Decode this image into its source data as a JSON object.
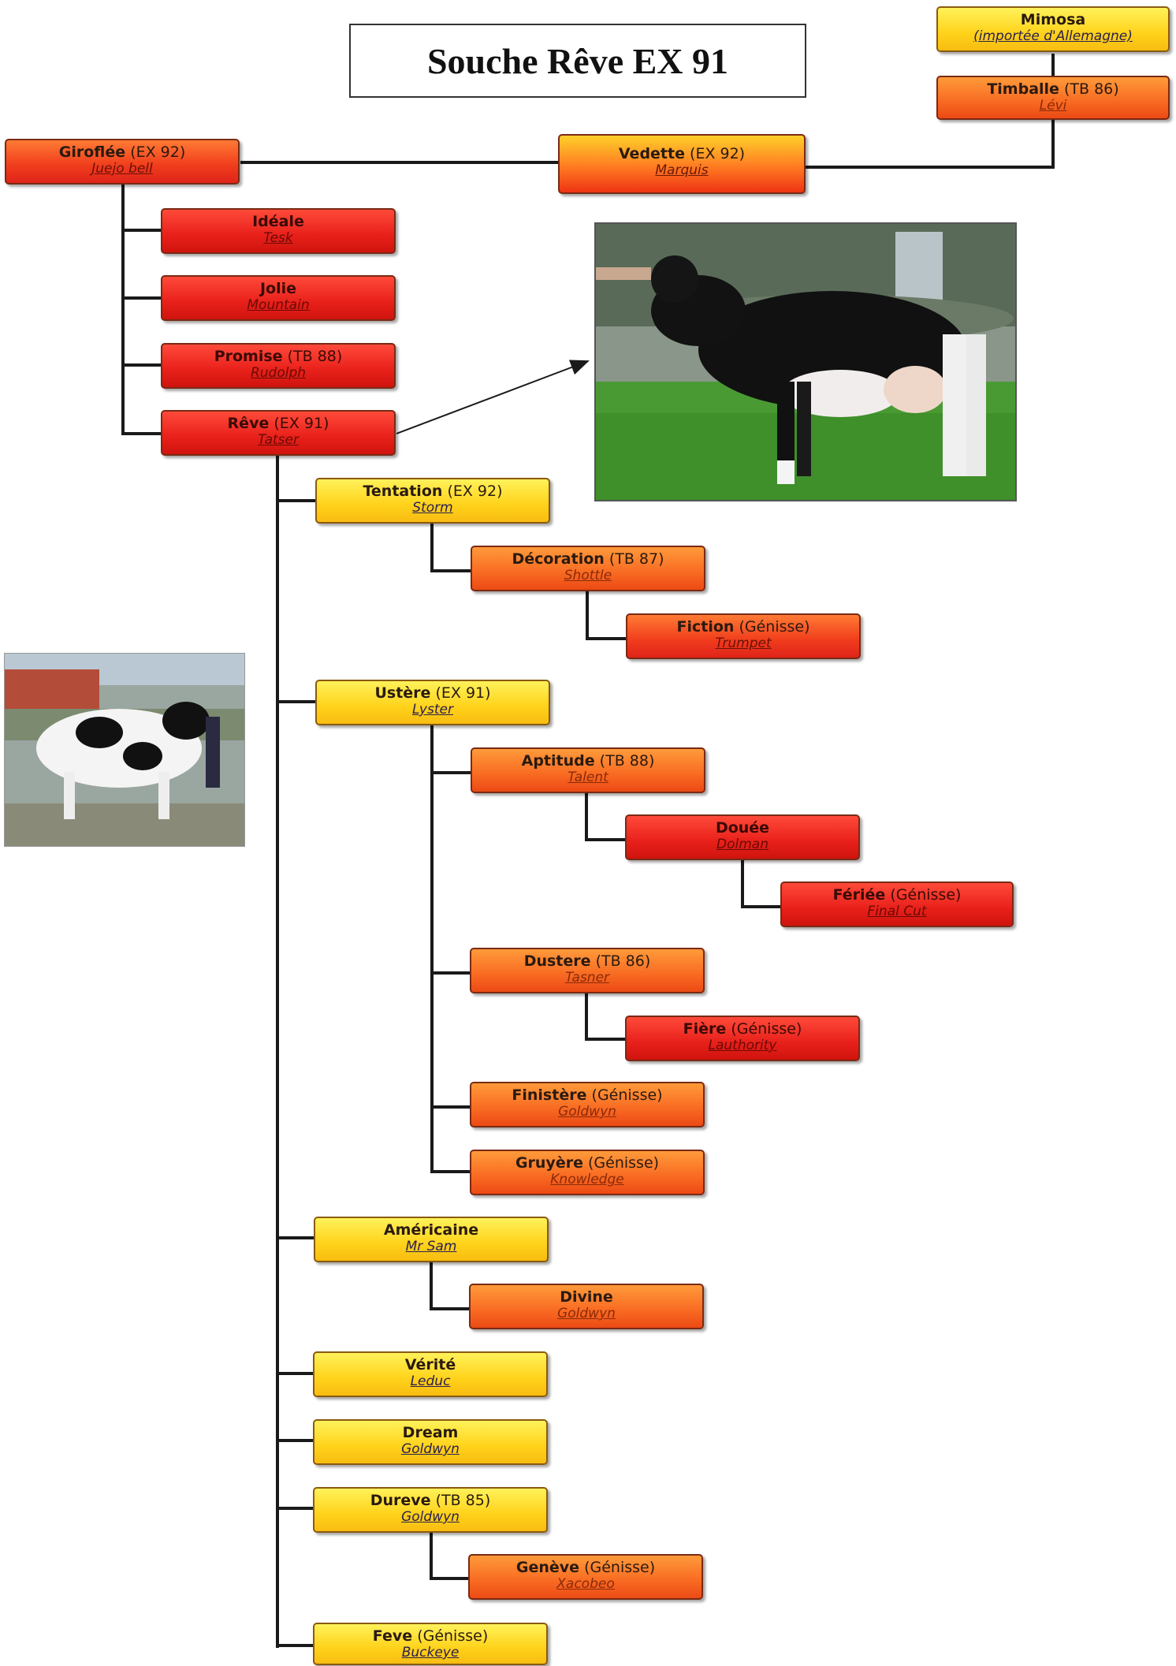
{
  "title": "Souche Rêve EX 91",
  "colors": {
    "yellow": "#ffd21a",
    "orange": "#f86a22",
    "red": "#e8201a",
    "line": "#1a1a1a"
  },
  "nodes": {
    "mimosa": {
      "name": "Mimosa",
      "score": "",
      "sire": "(importée d'Allemagne)"
    },
    "timballe": {
      "name": "Timballe",
      "score": "(TB 86)",
      "sire": "Lévi"
    },
    "vedette": {
      "name": "Vedette",
      "score": "(EX 92)",
      "sire": "Marquis"
    },
    "giroflee": {
      "name": "Giroflée",
      "score": "(EX 92)",
      "sire": "Juejo bell"
    },
    "ideale": {
      "name": "Idéale",
      "score": "",
      "sire": "Tesk"
    },
    "jolie": {
      "name": "Jolie",
      "score": "",
      "sire": "Mountain"
    },
    "promise": {
      "name": "Promise",
      "score": "(TB 88)",
      "sire": "Rudolph"
    },
    "reve": {
      "name": "Rêve",
      "score": "(EX 91)",
      "sire": "Tatser"
    },
    "tentation": {
      "name": "Tentation",
      "score": "(EX 92)",
      "sire": "Storm"
    },
    "decoration": {
      "name": "Décoration",
      "score": "(TB 87)",
      "sire": "Shottle"
    },
    "fiction": {
      "name": "Fiction",
      "score": "(Génisse)",
      "sire": "Trumpet"
    },
    "ustere": {
      "name": "Ustère",
      "score": "(EX 91)",
      "sire": "Lyster"
    },
    "aptitude": {
      "name": "Aptitude",
      "score": "(TB 88)",
      "sire": "Talent"
    },
    "douee": {
      "name": "Douée",
      "score": "",
      "sire": "Dolman"
    },
    "feriee": {
      "name": "Fériée",
      "score": "(Génisse)",
      "sire": "Final Cut"
    },
    "dustere": {
      "name": "Dustere",
      "score": "(TB 86)",
      "sire": "Tasner"
    },
    "fiere": {
      "name": "Fière",
      "score": "(Génisse)",
      "sire": "Lauthority"
    },
    "finistere": {
      "name": "Finistère",
      "score": "(Génisse)",
      "sire": "Goldwyn"
    },
    "gruyere": {
      "name": "Gruyère",
      "score": "(Génisse)",
      "sire": "Knowledge"
    },
    "americaine": {
      "name": "Américaine",
      "score": "",
      "sire": "Mr Sam"
    },
    "divine": {
      "name": "Divine",
      "score": "",
      "sire": "Goldwyn"
    },
    "verite": {
      "name": "Vérité",
      "score": "",
      "sire": "Leduc"
    },
    "dream": {
      "name": "Dream",
      "score": "",
      "sire": "Goldwyn"
    },
    "dureve": {
      "name": "Dureve",
      "score": "(TB 85)",
      "sire": "Goldwyn"
    },
    "geneve": {
      "name": "Genève",
      "score": "(Génisse)",
      "sire": "Xacobeo"
    },
    "feve": {
      "name": "Feve",
      "score": "(Génisse)",
      "sire": "Buckeye"
    }
  }
}
